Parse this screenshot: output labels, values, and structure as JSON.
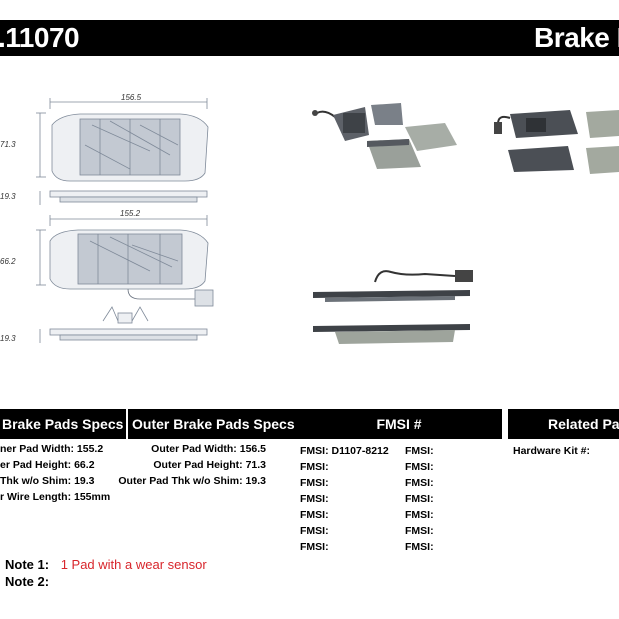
{
  "header": {
    "part_number": ".11070",
    "brand_text": "Brake F",
    "colors": {
      "bar": "#000000",
      "text": "#ffffff"
    }
  },
  "drawing": {
    "outer_width": "156.5",
    "outer_height": "71.3",
    "outer_shim": "19.3",
    "inner_width": "155.2",
    "inner_height": "66.2",
    "inner_shim": "19.3"
  },
  "sections": {
    "inner_title": "Brake Pads Specs",
    "outer_title": "Outer Brake Pads Specs",
    "fmsi_title": "FMSI #",
    "related_title": "Related Pa"
  },
  "inner_specs": [
    "ner Pad Width: 155.2",
    "er Pad Height: 66.2",
    "Thk w/o Shim: 19.3",
    "r Wire Length: 155mm"
  ],
  "outer_specs": [
    "Outer Pad Width: 156.5",
    "Outer Pad Height: 71.3",
    "Outer Pad Thk w/o Shim: 19.3"
  ],
  "fmsi_left": [
    "FMSI:  D1107-8212",
    "FMSI:",
    "FMSI:",
    "FMSI:",
    "FMSI:",
    "FMSI:",
    "FMSI:"
  ],
  "fmsi_right": [
    "FMSI:",
    "FMSI:",
    "FMSI:",
    "FMSI:",
    "FMSI:",
    "FMSI:",
    "FMSI:"
  ],
  "related": {
    "hardware_kit": "Hardware Kit #:"
  },
  "notes": {
    "note1_label": "Note 1:",
    "note1_text": "1 Pad with a wear sensor",
    "note1_color": "#d8262c",
    "note2_label": "Note 2:"
  }
}
